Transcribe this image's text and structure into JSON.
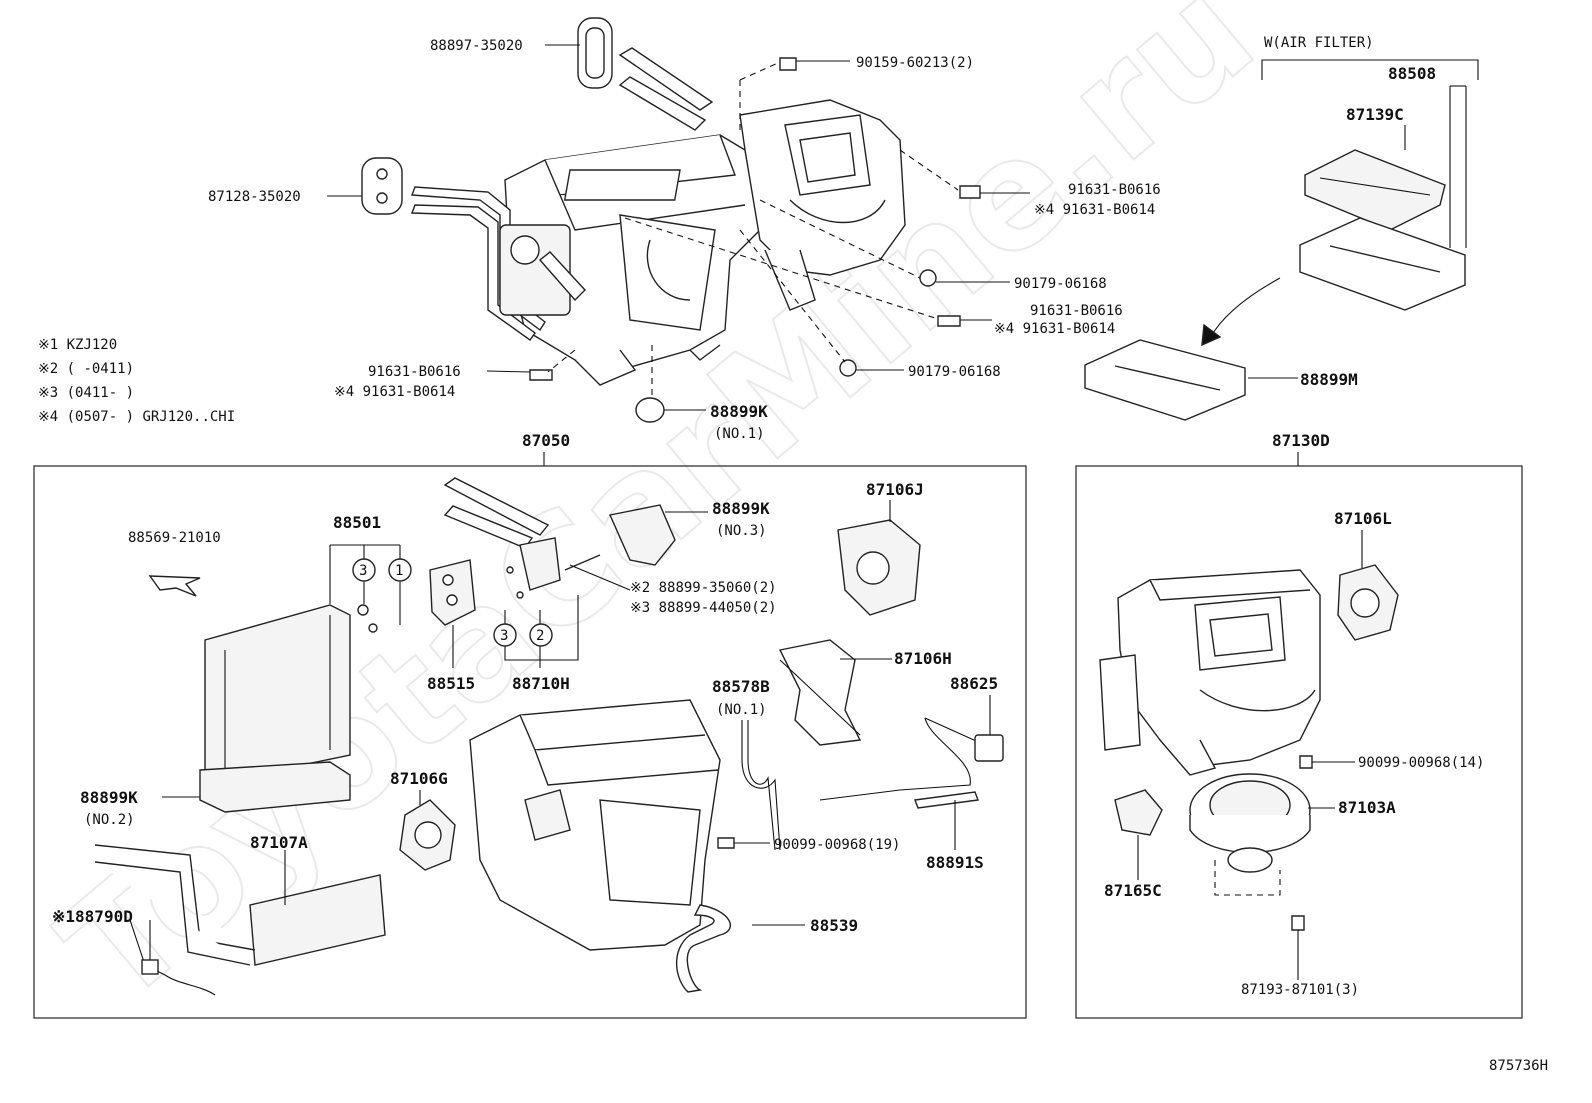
{
  "watermark": "ToyotaCarMine.ru",
  "drawing_id": "875736H",
  "notes": [
    "※1 KZJ120",
    "※2 (     -0411)",
    "※3 (0411-      )",
    "※4 (0507-      ) GRJ120..CHI"
  ],
  "top_labels": {
    "p88897": "88897-35020",
    "p90159": "90159-60213(2)",
    "p87128": "87128-35020",
    "p91631a_1": "91631-B0616",
    "p91631a_2": "※4 91631-B0614",
    "p90179a": "90179-06168",
    "p91631b_1": "91631-B0616",
    "p91631b_2": "※4 91631-B0614",
    "p91631c_1": "91631-B0616",
    "p91631c_2": "※4 91631-B0614",
    "p90179b": "90179-06168",
    "p88899k1": "88899K",
    "p88899k1_no": "(NO.1)"
  },
  "air_filter": {
    "title": "W(AIR FILTER)",
    "p88508": "88508",
    "p87139c": "87139C",
    "p88899m": "88899M"
  },
  "left_box": {
    "title": "87050",
    "p88569": "88569-21010",
    "p88501": "88501",
    "c3a": "3",
    "c1": "1",
    "p88515": "88515",
    "c3b": "3",
    "c2": "2",
    "p88710h": "88710H",
    "p88899k3": "88899K",
    "p88899k3_no": "(NO.3)",
    "p88899_35060": "※2 88899-35060(2)",
    "p88899_44050": "※3 88899-44050(2)",
    "p87106j": "87106J",
    "p87106h": "87106H",
    "p88578b": "88578B",
    "p88578b_no": "(NO.1)",
    "p88625": "88625",
    "p87106g": "87106G",
    "p88899k2": "88899K",
    "p88899k2_no": "(NO.2)",
    "p87107a": "87107A",
    "p90099_19": "90099-00968(19)",
    "p88891s": "88891S",
    "p88790d": "※188790D",
    "p88539": "88539"
  },
  "right_box": {
    "title": "87130D",
    "p87106l": "87106L",
    "p90099_14": "90099-00968(14)",
    "p87103a": "87103A",
    "p87165c": "87165C",
    "p87193": "87193-87101(3)"
  }
}
